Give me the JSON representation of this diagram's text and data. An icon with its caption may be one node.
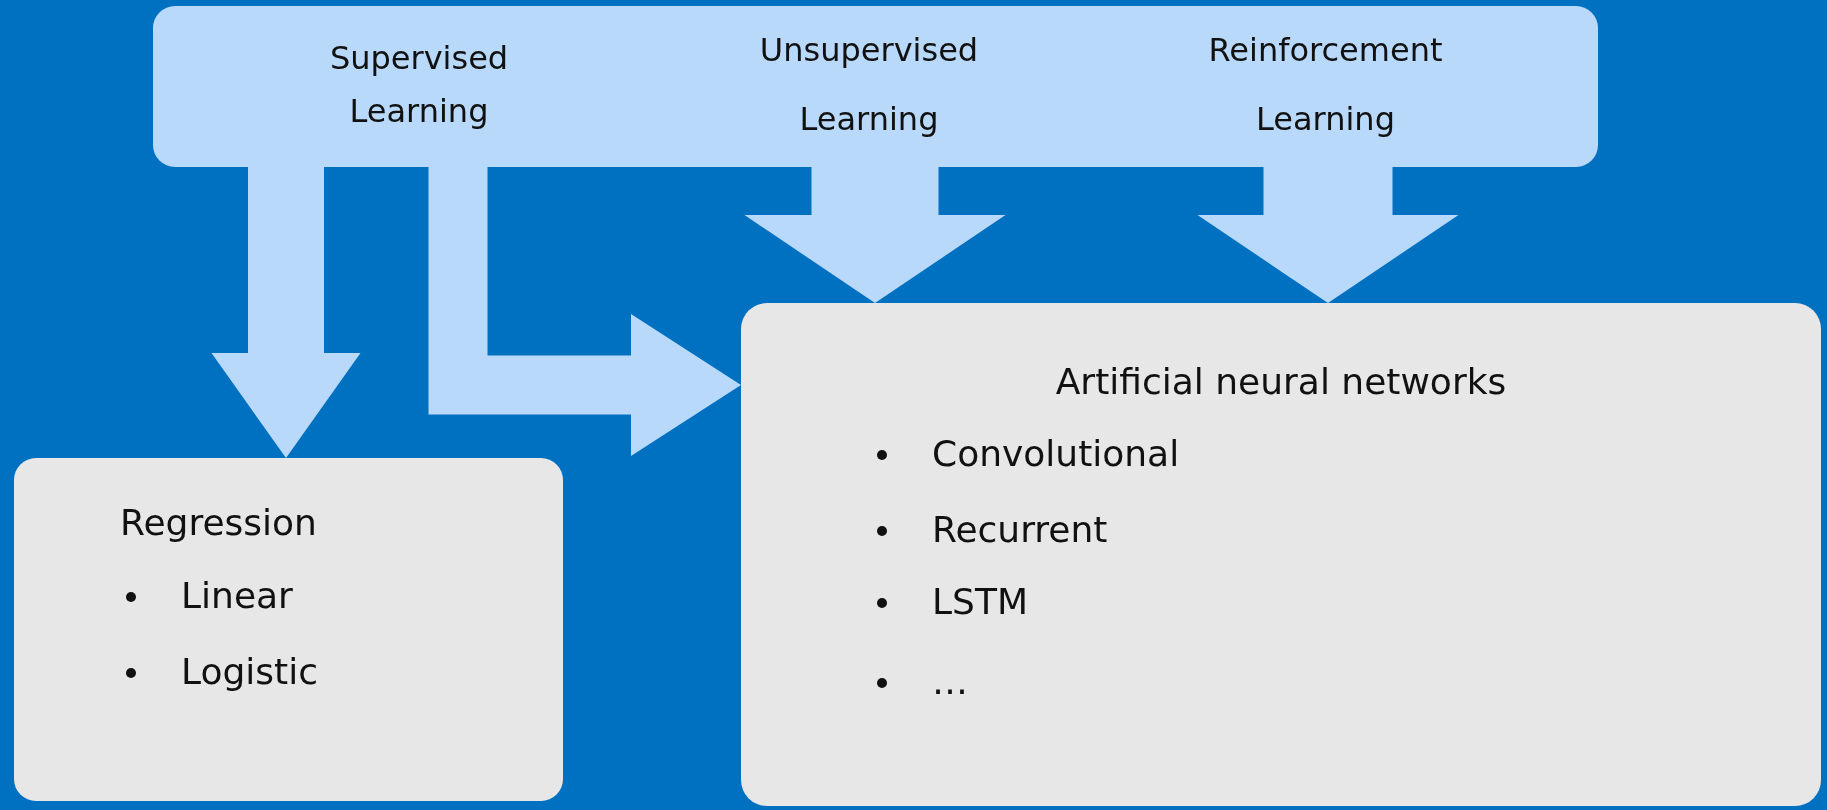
{
  "diagram": {
    "nodes": [
      {
        "text": [],
        "shape": "bar"
      },
      {
        "text": [
          "Supervised Learning"
        ],
        "in": 0
      },
      {
        "text": [
          "Unsupervised Learning"
        ],
        "in": 0
      },
      {
        "text": [
          "Reinforcement Learning"
        ],
        "in": 0
      },
      {
        "text": [
          "Artificial neural networks",
          "Convolutional",
          "Recurrent",
          "LSTM",
          "…"
        ]
      },
      {
        "text": [
          "Regression",
          "Linear",
          "Logistic"
        ]
      }
    ],
    "edges": [
      {
        "from": 1,
        "to": 5,
        "arrow": "to"
      },
      {
        "from": 1,
        "to": 4,
        "arrow": "to"
      },
      {
        "from": 2,
        "to": 4,
        "arrow": "to"
      },
      {
        "from": 3,
        "to": 4,
        "arrow": "to"
      }
    ]
  }
}
